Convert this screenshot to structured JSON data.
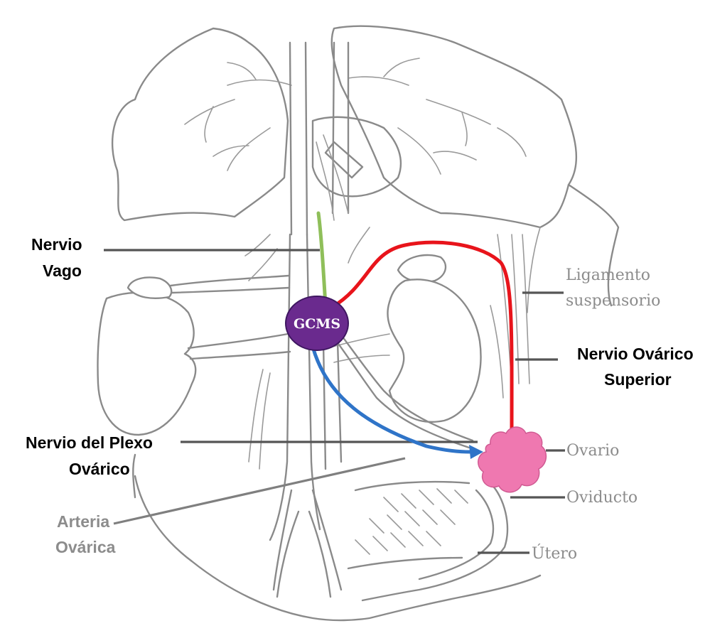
{
  "labels": {
    "vagus_line1": "Nervio",
    "vagus_line2": "Vago",
    "plexus_line1": "Nervio del Plexo",
    "plexus_line2": "Ovárico",
    "artery_line1": "Arteria",
    "artery_line2": "Ovárica",
    "ligament_line1": "Ligamento",
    "ligament_line2": "suspensorio",
    "superior_line1": "Nervio Ovárico",
    "superior_line2": "Superior",
    "ovary": "Ovario",
    "oviduct": "Oviducto",
    "uterus": "Útero",
    "ganglion": "GCMS"
  },
  "colors": {
    "dark_label": "#000000",
    "grey_label": "#8c8c8c",
    "leader_dark": "#555555",
    "leader_grey": "#7f7f7f",
    "vagus_nerve": "#8fbf5a",
    "superior_ovarian_nerve": "#e8141b",
    "ovarian_plexus_nerve": "#2f74c8",
    "ganglion_fill": "#6a2a8e",
    "ovary_fill": "#ef78b0",
    "drawing": "#8a8a8a"
  }
}
